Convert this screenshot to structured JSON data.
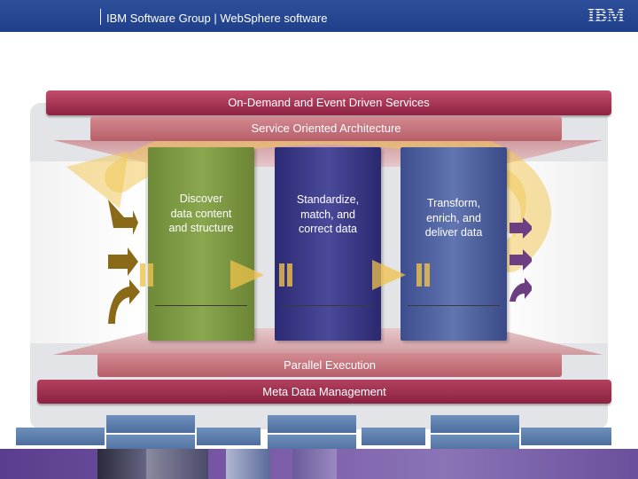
{
  "header": {
    "title": "IBM Software Group | WebSphere software",
    "logo_text": "IBM"
  },
  "diagram": {
    "outer_top_label": "On-Demand and Event Driven Services",
    "inner_top_label": "Service Oriented Architecture",
    "inner_bottom_label": "Parallel Execution",
    "outer_bottom_label": "Meta Data Management",
    "columns": [
      {
        "lines": [
          "Discover",
          "data content",
          "and structure"
        ],
        "color": "#7a9641"
      },
      {
        "lines": [
          "Standardize,",
          "match, and",
          "correct  data"
        ],
        "color": "#37357f"
      },
      {
        "lines": [
          "Transform,",
          "enrich, and",
          "deliver data"
        ],
        "color": "#4a5c9c"
      }
    ]
  },
  "colors": {
    "header": "#2a4b95",
    "outer_bar": "#9e2c4c",
    "inner_bar": "#c4737d",
    "swirl": "#f0c24a",
    "footer": "#6a4f9c"
  }
}
